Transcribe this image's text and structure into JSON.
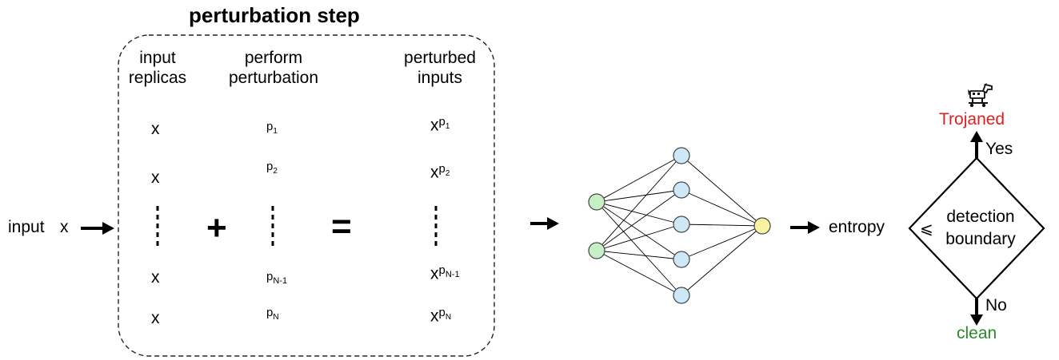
{
  "title": "perturbation step",
  "input_label": "input",
  "input_var": "x",
  "columns": {
    "replicas_header": [
      "input",
      "replicas"
    ],
    "perturb_header": [
      "perform",
      "perturbation"
    ],
    "perturbed_header": [
      "perturbed",
      "inputs"
    ]
  },
  "replicas": [
    "x",
    "x",
    "x",
    "x"
  ],
  "perturbations": [
    {
      "base": "p",
      "sub": "1"
    },
    {
      "base": "p",
      "sub": "2"
    },
    {
      "base": "p",
      "sub": "N-1"
    },
    {
      "base": "p",
      "sub": "N"
    }
  ],
  "perturbed": [
    {
      "base": "x",
      "sup_base": "p",
      "sup_sub": "1"
    },
    {
      "base": "x",
      "sup_base": "p",
      "sup_sub": "2"
    },
    {
      "base": "x",
      "sup_base": "p",
      "sup_sub": "N-1"
    },
    {
      "base": "x",
      "sup_base": "p",
      "sup_sub": "N"
    }
  ],
  "operators": {
    "plus": "+",
    "equals": "="
  },
  "output_label": "entropy",
  "decision": {
    "comparator": "⩽",
    "text": [
      "detection",
      "boundary"
    ],
    "yes": "Yes",
    "no": "No",
    "trojaned": "Trojaned",
    "clean": "clean",
    "icon": "trojan-horse-icon"
  },
  "colors": {
    "input_node": "#c6efc6",
    "hidden_node": "#cfe8f7",
    "output_node": "#f9f3a1",
    "trojaned": "#e02020",
    "clean": "#2a8a2a"
  }
}
